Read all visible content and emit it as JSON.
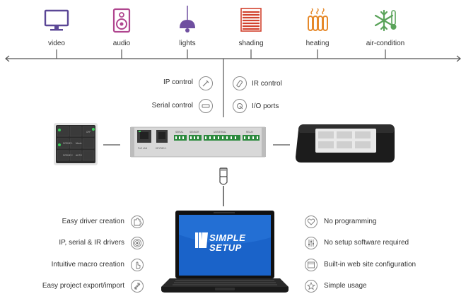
{
  "categories": [
    {
      "label": "video",
      "icon": "monitor-icon"
    },
    {
      "label": "audio",
      "icon": "speaker-icon"
    },
    {
      "label": "lights",
      "icon": "pendant-lamp-icon"
    },
    {
      "label": "shading",
      "icon": "blinds-icon"
    },
    {
      "label": "heating",
      "icon": "radiator-icon"
    },
    {
      "label": "air-condition",
      "icon": "snowflake-thermometer-icon"
    }
  ],
  "controls": {
    "left": [
      "IP control",
      "Serial control"
    ],
    "right": [
      "IR control",
      "I/O ports"
    ]
  },
  "device": {
    "ports": [
      "PoE LAN",
      "KEYPAD 1"
    ],
    "groups": [
      "SERIAL",
      "SENSOR",
      "UNIVERSAL",
      "RELAY"
    ],
    "keypad_labels": [
      "SCENE 1",
      "SCENE 2",
      "Movie",
      "AUTO",
      "OFF"
    ]
  },
  "laptop": {
    "logo_line1": "SIMPLE",
    "logo_line2": "SETUP"
  },
  "features_left": [
    {
      "label": "Easy driver creation",
      "icon": "puzzle-icon"
    },
    {
      "label": "IP, serial & IR drivers",
      "icon": "signal-waves-icon"
    },
    {
      "label": "Intuitive macro creation",
      "icon": "hand-pointer-icon"
    },
    {
      "label": "Easy project export/import",
      "icon": "transfer-arrows-icon"
    }
  ],
  "features_right": [
    {
      "label": "No programming",
      "icon": "heart-icon"
    },
    {
      "label": "No setup software required",
      "icon": "sliders-icon"
    },
    {
      "label": "Built-in web site configuration",
      "icon": "browser-window-icon"
    },
    {
      "label": "Simple usage",
      "icon": "star-icon"
    }
  ],
  "colors": {
    "icon_purple": "#6f4fa0",
    "icon_magenta": "#b0468f",
    "icon_red": "#d2432f",
    "icon_orange": "#e6892a",
    "icon_green": "#5aa35a",
    "line": "#555555",
    "screen_blue": "#1a63c9",
    "led_green": "#39d05a"
  }
}
